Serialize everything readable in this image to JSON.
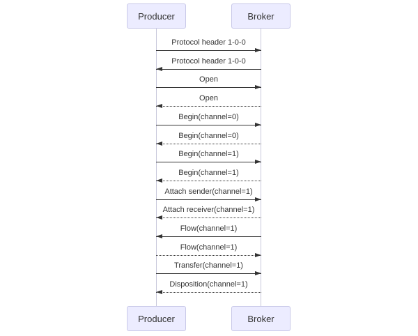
{
  "diagram": {
    "type": "sequence",
    "actors": [
      {
        "name": "Producer"
      },
      {
        "name": "Broker"
      }
    ],
    "messages": [
      {
        "from": "Producer",
        "to": "Broker",
        "label": "Protocol header 1-0-0",
        "line": "solid"
      },
      {
        "from": "Broker",
        "to": "Producer",
        "label": "Protocol header 1-0-0",
        "line": "solid"
      },
      {
        "from": "Producer",
        "to": "Broker",
        "label": "Open",
        "line": "solid"
      },
      {
        "from": "Broker",
        "to": "Producer",
        "label": "Open",
        "line": "dotted"
      },
      {
        "from": "Producer",
        "to": "Broker",
        "label": "Begin(channel=0)",
        "line": "solid"
      },
      {
        "from": "Broker",
        "to": "Producer",
        "label": "Begin(channel=0)",
        "line": "dotted"
      },
      {
        "from": "Producer",
        "to": "Broker",
        "label": "Begin(channel=1)",
        "line": "solid"
      },
      {
        "from": "Broker",
        "to": "Producer",
        "label": "Begin(channel=1)",
        "line": "dotted"
      },
      {
        "from": "Producer",
        "to": "Broker",
        "label": "Attach sender(channel=1)",
        "line": "solid"
      },
      {
        "from": "Broker",
        "to": "Producer",
        "label": "Attach receiver(channel=1)",
        "line": "dotted"
      },
      {
        "from": "Broker",
        "to": "Producer",
        "label": "Flow(channel=1)",
        "line": "solid"
      },
      {
        "from": "Producer",
        "to": "Broker",
        "label": "Flow(channel=1)",
        "line": "dotted"
      },
      {
        "from": "Producer",
        "to": "Broker",
        "label": "Transfer(channel=1)",
        "line": "solid"
      },
      {
        "from": "Broker",
        "to": "Producer",
        "label": "Disposition(channel=1)",
        "line": "dotted"
      }
    ],
    "colors": {
      "actor_fill": "#ECECFF",
      "actor_border": "#c8c8e8",
      "line": "#333333",
      "lifeline": "#c9c9dc",
      "text": "#333333"
    }
  }
}
